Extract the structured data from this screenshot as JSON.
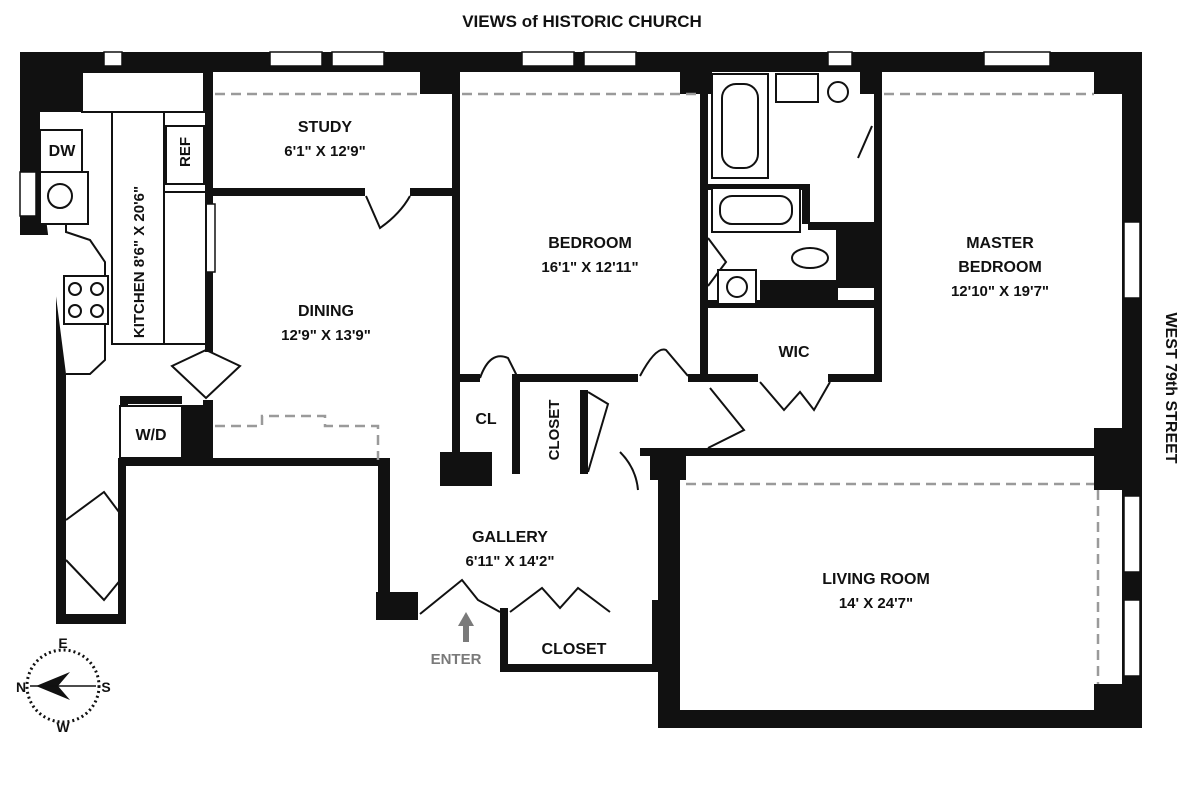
{
  "header": {
    "views_label": "VIEWS of HISTORIC CHURCH"
  },
  "street": {
    "label": "WEST 79th STREET"
  },
  "rooms": {
    "study": {
      "name": "STUDY",
      "size": "6'1\" X 12'9\""
    },
    "bedroom": {
      "name": "BEDROOM",
      "size": "16'1\" X 12'11\""
    },
    "master": {
      "name_line1": "MASTER",
      "name_line2": "BEDROOM",
      "size": "12'10\" X 19'7\""
    },
    "dining": {
      "name": "DINING",
      "size": "12'9\" X 13'9\""
    },
    "kitchen": {
      "label": "KITCHEN 8'6\" X 20'6\""
    },
    "gallery": {
      "name": "GALLERY",
      "size": "6'11\" X 14'2\""
    },
    "living": {
      "name": "LIVING ROOM",
      "size": "14' X 24'7\""
    },
    "wic": {
      "name": "WIC"
    },
    "cl": {
      "name": "CL"
    },
    "closet_vertical": {
      "name": "CLOSET"
    },
    "closet_gallery": {
      "name": "CLOSET"
    }
  },
  "fixtures": {
    "dw": "DW",
    "ref": "REF",
    "wd": "W/D"
  },
  "entry": {
    "label": "ENTER"
  },
  "compass": {
    "e": "E",
    "n": "N",
    "w": "W",
    "s": "S"
  }
}
